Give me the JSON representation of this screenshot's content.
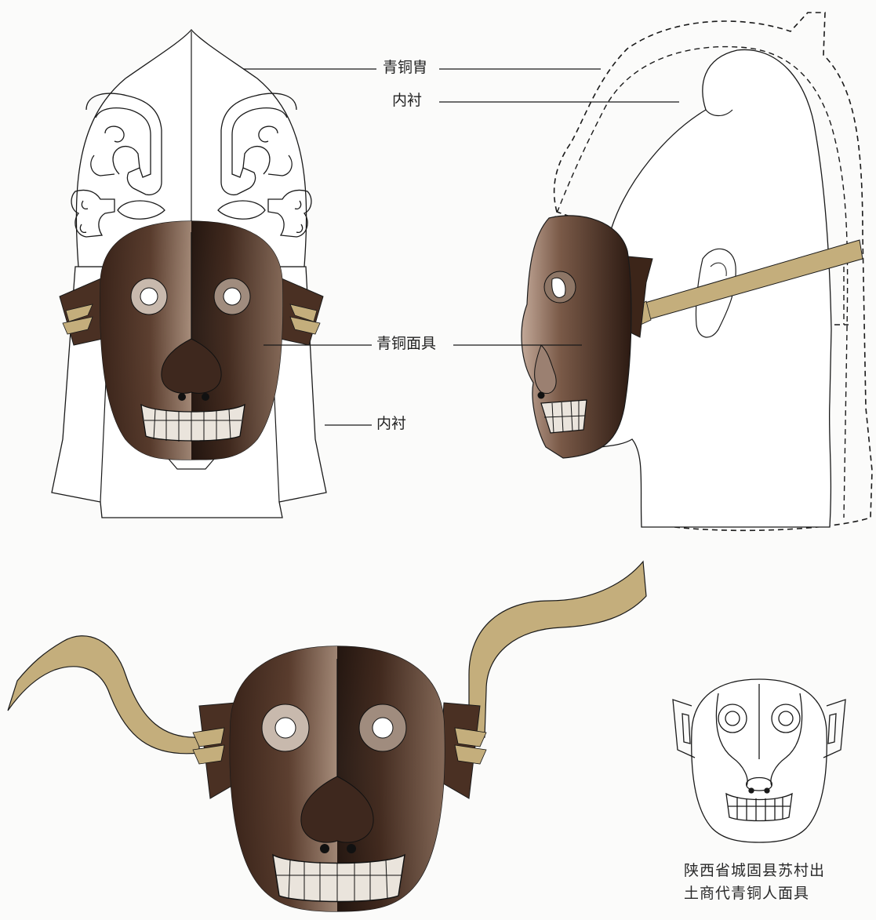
{
  "labels": {
    "helmet": "青铜胄",
    "lining_top": "内衬",
    "mask": "青铜面具",
    "lining_bottom": "内衬"
  },
  "caption": {
    "line1": "陕西省城固县苏村出",
    "line2": "土商代青铜人面具"
  },
  "colors": {
    "bronze_dark": "#2a1912",
    "bronze_light": "#a58a78",
    "strap": "#c4ae7c",
    "outline": "#1a1a1a"
  }
}
